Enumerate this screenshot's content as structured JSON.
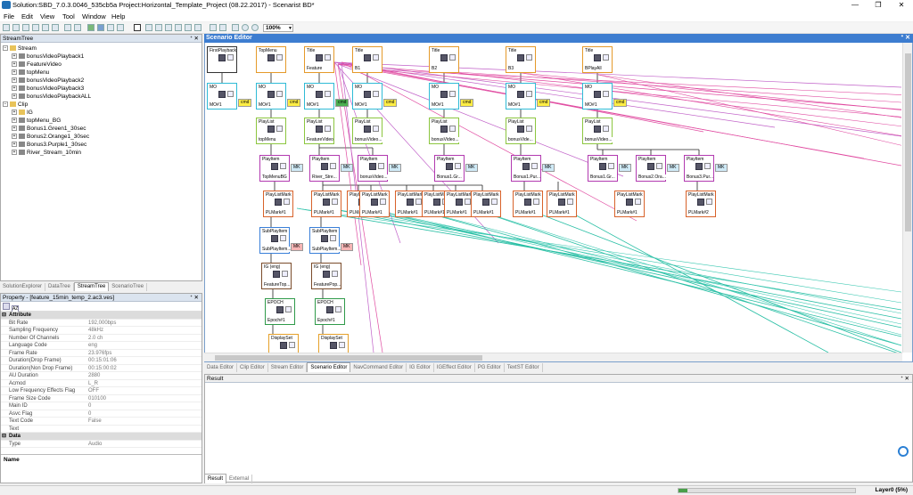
{
  "window": {
    "title": "Solution:SBD_7.0.3.0046_535cb5a  Project:Horizontal_Template_Project (08.22.2017) - Scenarist BD*"
  },
  "menu": [
    "File",
    "Edit",
    "View",
    "Tool",
    "Window",
    "Help"
  ],
  "toolbar": {
    "zoom": "100%"
  },
  "streamtree": {
    "title": "StreamTree",
    "stream_label": "Stream",
    "streams": [
      "bonusVideoPlayback1",
      "FeatureVideo",
      "topMenu",
      "bonusVideoPlayback2",
      "bonusVideoPlayback3",
      "bonusVideoPlaybackALL"
    ],
    "clip_label": "Clip",
    "clips": [
      "IG",
      "topMenu_BG",
      "Bonus1.Green1_30sec",
      "Bonus2.Orange1_30sec",
      "Bonus3.Purple1_30sec",
      "River_Stream_10min"
    ],
    "tabs": [
      "SolutionExplorer",
      "DataTree",
      "StreamTree",
      "ScenarioTree"
    ]
  },
  "property": {
    "title": "Property - [feature_15min_temp_2.ac3.ves]",
    "attribute_label": "Attribute",
    "rows": [
      {
        "k": "Bit Rate",
        "v": "192,000bps"
      },
      {
        "k": "Sampling Frequency",
        "v": "48kHz"
      },
      {
        "k": "Number Of Channels",
        "v": "2.0 ch"
      },
      {
        "k": "Language Code",
        "v": "eng"
      },
      {
        "k": "Frame Rate",
        "v": "23.976fps"
      },
      {
        "k": "Duration(Drop Frame)",
        "v": "00:15:01:06"
      },
      {
        "k": "Duration(Non Drop Frame)",
        "v": "00:15:00:02"
      },
      {
        "k": "AU Duration",
        "v": "2880"
      },
      {
        "k": "Acmod",
        "v": "L_R"
      },
      {
        "k": "Low Frequency Effects Flag",
        "v": "OFF"
      },
      {
        "k": "Frame Size Code",
        "v": "010100"
      },
      {
        "k": "Main ID",
        "v": "0"
      },
      {
        "k": "Asvc Flag",
        "v": "0"
      },
      {
        "k": "Text Code",
        "v": "False"
      },
      {
        "k": "Text",
        "v": ""
      }
    ],
    "data_label": "Data",
    "type_row": {
      "k": "Type",
      "v": "Audio"
    },
    "name_label": "Name"
  },
  "editor": {
    "title": "Scenario Editor",
    "tabs": [
      "Data Editor",
      "Clip Editor",
      "Stream Editor",
      "Scenario Editor",
      "NavCommand Editor",
      "IG Editor",
      "IGEffect Editor",
      "PG Editor",
      "TextST Editor"
    ],
    "nodes": {
      "first": {
        "label": "FirstPlayback"
      },
      "topmenu": {
        "label": "TopMenu"
      },
      "titles": [
        {
          "label": "Title",
          "sub": "Feature"
        },
        {
          "label": "Title",
          "sub": "B1"
        },
        {
          "label": "Title",
          "sub": "B2"
        },
        {
          "label": "Title",
          "sub": "B3"
        },
        {
          "label": "Title",
          "sub": "BPlayAll"
        }
      ],
      "mo_label": "MO",
      "mo_subs": [
        "MO#1",
        "MO#1",
        "MO#1",
        "MO#1",
        "MO#1",
        "MO#1",
        "MO#1"
      ],
      "cmd": "cmd",
      "playlist_label": "PlayList",
      "playlists": [
        "topMenu",
        "FeatureVideo",
        "bonusVideo...",
        "bonusVideo...",
        "bonusVide...",
        "bonusVideo..."
      ],
      "playitem_label": "PlayItem",
      "playitems": [
        "TopMenuBG",
        "River_Stre...",
        "bonusVideo...",
        "Bonus1.Gr...",
        "Bonus1.Pur...",
        "Bonus1.Gr...",
        "Bonus2.Ora...",
        "Bonus3.Pur..."
      ],
      "mk": "MK",
      "plmark_label": "PlayListMark",
      "plmarks": [
        "PLMark#1",
        "PLMark#1",
        "PLMark#1",
        "PLMark#1",
        "PLMark#1",
        "PLMark#1",
        "PLMark#1",
        "PLMark#1",
        "PLMark#1",
        "PLMark#1",
        "PLMark#2"
      ],
      "subplay_label": "SubPlayItem",
      "subplays": [
        "SubPlayItem...",
        "SubPlayItem..."
      ],
      "ig_label": "IG (eng)",
      "igs": [
        "FeatureTop...",
        "FeaturePop..."
      ],
      "epoch_label": "EPOCH",
      "epochs": [
        "Epoch#1",
        "Epoch#1"
      ],
      "displayset_label": "DisplaySet"
    }
  },
  "result": {
    "title": "Result",
    "tabs": [
      "Result",
      "External"
    ]
  },
  "status": {
    "text": "Layer0 (5%)"
  }
}
